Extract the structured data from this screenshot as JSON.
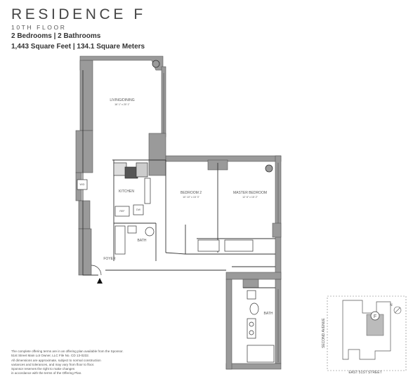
{
  "header": {
    "title": "RESIDENCE F",
    "subtitle": "10TH FLOOR",
    "rooms": "2 Bedrooms | 2 Bathrooms",
    "area": "1,443 Square Feet | 134.1 Square Meters"
  },
  "rooms": {
    "living": {
      "name": "LIVING/DINING",
      "dims": "16' 1\" x 20' 1\""
    },
    "kitchen": {
      "name": "KITCHEN"
    },
    "bedroom2": {
      "name": "BEDROOM 2",
      "dims": "10' 10\" x 15' 3\""
    },
    "master": {
      "name": "MASTER BEDROOM",
      "dims": "12' 6\" x 15' 2\""
    },
    "bath1": {
      "name": "BATH"
    },
    "bath2": {
      "name": "BATH"
    },
    "foyer": {
      "name": "FOYER"
    },
    "wd": "W/D",
    "ref": "REF",
    "dw": "DW"
  },
  "keyplan": {
    "avenue": "SECOND AVENUE",
    "street": "EAST 51ST STREET",
    "unit": "F",
    "north": "N"
  },
  "disclaimer": [
    "The complete offering terms are in an offering plan available from the Sponsor.",
    "51st Street Main Lot Owner, LLC File No. CD 13-0232.",
    "All dimensions are approximate, subject to normal construction",
    "variances and tolerances, and may vary from floor to floor.",
    "Sponsor reserves the right to make changes",
    "in accordance with the terms of the Offering Plan."
  ],
  "colors": {
    "wall": "#9a9a9a",
    "line": "#333333",
    "text": "#444444"
  }
}
